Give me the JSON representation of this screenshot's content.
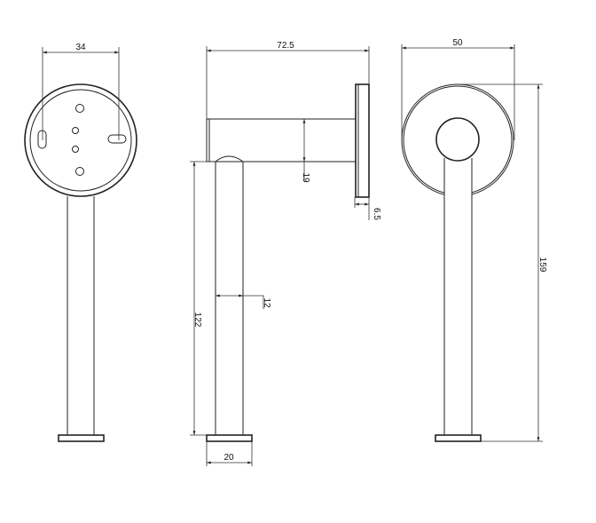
{
  "drawing": {
    "front_view": {
      "dim_width": "34"
    },
    "side_view": {
      "dim_length": "72.5",
      "dim_arm_diameter": "19",
      "dim_plate_thickness": "6.5",
      "dim_height": "122",
      "dim_stem_diameter": "12",
      "dim_base_width": "20"
    },
    "back_view": {
      "dim_plate_diameter": "50",
      "dim_total_height": "159"
    }
  }
}
